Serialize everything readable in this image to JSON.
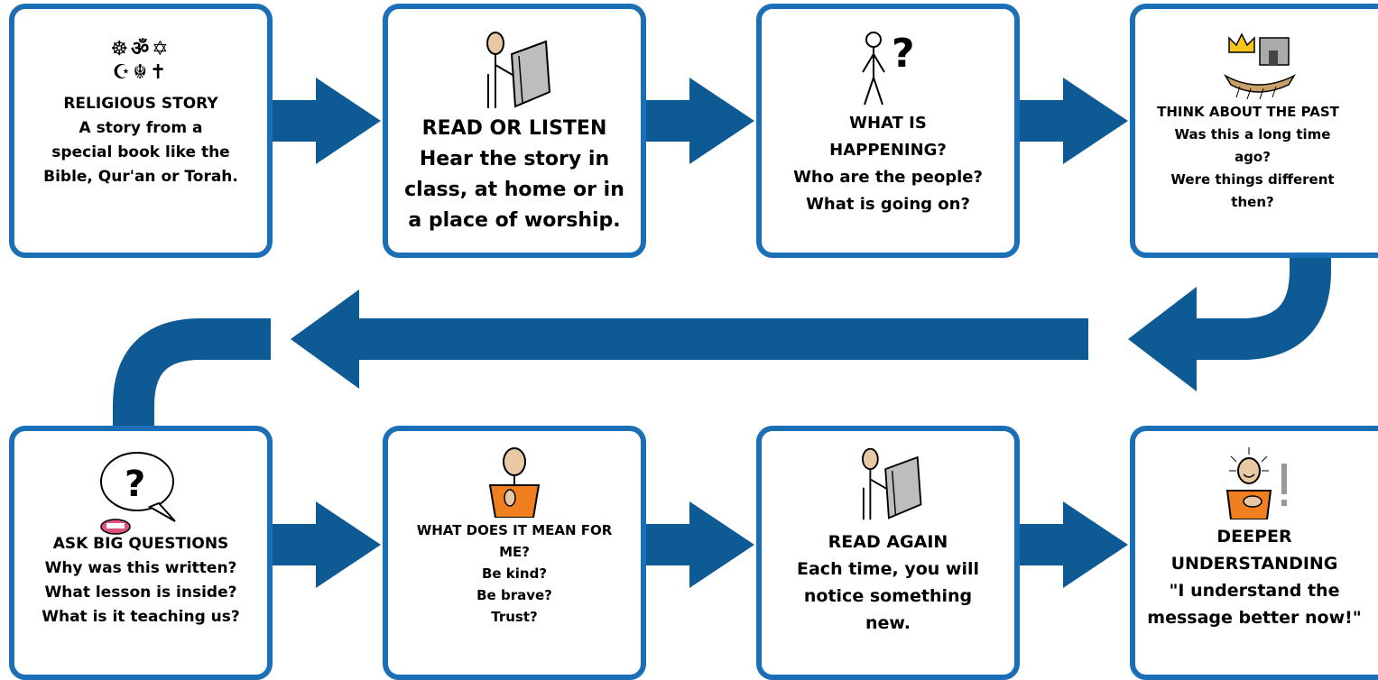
{
  "colors": {
    "border": "#1b6fb6",
    "arrow": "#0e5a94",
    "shirt": "#f07f1f",
    "skin": "#e8c9a4"
  },
  "row1": [
    {
      "icon": "religious-symbols-icon",
      "symbols_top": "☸ॐ✡",
      "symbols_bottom": "☪☬✝",
      "title": "RELIGIOUS STORY",
      "lines": [
        "A story from a",
        "special book like the",
        "Bible, Qur'an or Torah."
      ]
    },
    {
      "icon": "person-reading-icon",
      "title": "READ OR LISTEN",
      "lines": [
        "Hear the story in",
        "class, at home or in",
        "a place of worship."
      ]
    },
    {
      "icon": "person-question-icon",
      "title_lines": [
        "WHAT IS",
        "HAPPENING?"
      ],
      "lines": [
        "Who are the people?",
        "What is going on?"
      ]
    },
    {
      "icon": "history-icon",
      "title": "THINK ABOUT THE PAST",
      "lines": [
        "Was this a long time",
        "ago?",
        "Were things different",
        "then?"
      ]
    }
  ],
  "row2": [
    {
      "icon": "speech-question-icon",
      "title": "ASK BIG QUESTIONS",
      "lines": [
        "Why was this written?",
        "What lesson is inside?",
        "What is it teaching us?"
      ]
    },
    {
      "icon": "person-self-icon",
      "title_lines": [
        "WHAT DOES IT MEAN FOR",
        "ME?"
      ],
      "lines": [
        "Be kind?",
        "Be brave?",
        "Trust?"
      ]
    },
    {
      "icon": "person-reading-icon",
      "title": "READ AGAIN",
      "lines": [
        "Each time, you will",
        "notice something",
        "new."
      ]
    },
    {
      "icon": "person-idea-icon",
      "title_lines": [
        "DEEPER",
        "UNDERSTANDING"
      ],
      "lines": [
        "\"I understand the",
        "message better now!\""
      ]
    }
  ]
}
